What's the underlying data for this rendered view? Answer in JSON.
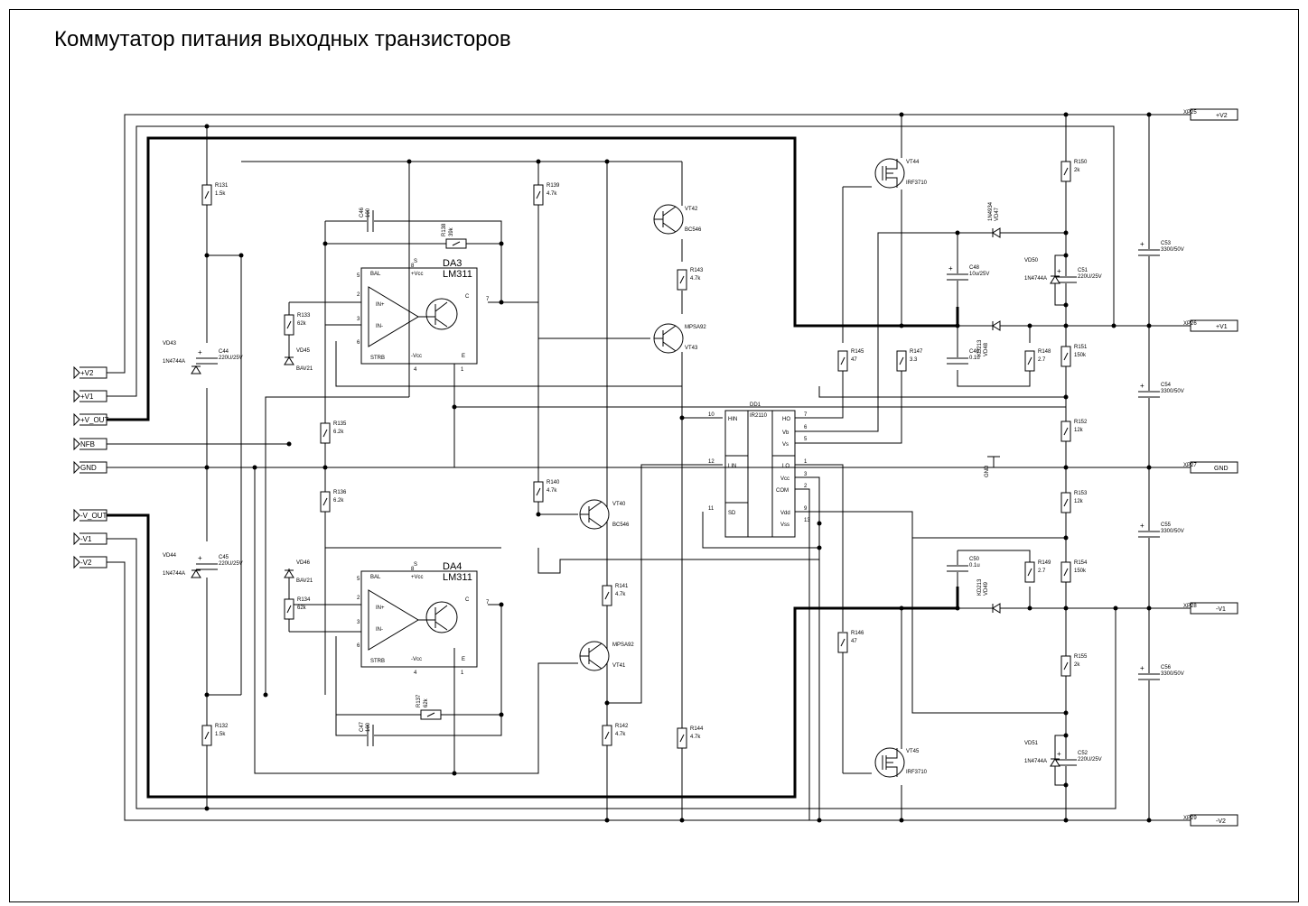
{
  "title": "Коммутатор питания выходных транзисторов",
  "left_ports": [
    "+V2",
    "+V1",
    "+V_OUT",
    "NFB",
    "GND",
    "-V_OUT",
    "-V1",
    "-V2"
  ],
  "right_ports": [
    {
      "ref": "XP25",
      "label": "+V2"
    },
    {
      "ref": "XP26",
      "label": "+V1"
    },
    {
      "ref": "XP27",
      "label": "GND"
    },
    {
      "ref": "XP28",
      "label": "-V1"
    },
    {
      "ref": "XP29",
      "label": "-V2"
    }
  ],
  "resistors": [
    {
      "ref": "R131",
      "value": "1.5k"
    },
    {
      "ref": "R132",
      "value": "1.5k"
    },
    {
      "ref": "R133",
      "value": "62k"
    },
    {
      "ref": "R134",
      "value": "62k"
    },
    {
      "ref": "R135",
      "value": "6.2k"
    },
    {
      "ref": "R136",
      "value": "6.2k"
    },
    {
      "ref": "R138",
      "value": "39k"
    },
    {
      "ref": "R137",
      "value": "62k"
    },
    {
      "ref": "R139",
      "value": "4.7k"
    },
    {
      "ref": "R140",
      "value": "4.7k"
    },
    {
      "ref": "R141",
      "value": "4.7k"
    },
    {
      "ref": "R142",
      "value": "4.7k"
    },
    {
      "ref": "R143",
      "value": "4.7k"
    },
    {
      "ref": "R144",
      "value": "4.7k"
    },
    {
      "ref": "R145",
      "value": "47"
    },
    {
      "ref": "R146",
      "value": "47"
    },
    {
      "ref": "R147",
      "value": "3.3"
    },
    {
      "ref": "R148",
      "value": "2.7"
    },
    {
      "ref": "R149",
      "value": "2.7"
    },
    {
      "ref": "R150",
      "value": "2k"
    },
    {
      "ref": "R151",
      "value": "150k"
    },
    {
      "ref": "R152",
      "value": "12k"
    },
    {
      "ref": "R153",
      "value": "12k"
    },
    {
      "ref": "R154",
      "value": "150k"
    },
    {
      "ref": "R155",
      "value": "2k"
    }
  ],
  "capacitors": [
    {
      "ref": "C44",
      "value": "220U/25V"
    },
    {
      "ref": "C45",
      "value": "220U/25V"
    },
    {
      "ref": "C46",
      "value": "100"
    },
    {
      "ref": "C47",
      "value": "100"
    },
    {
      "ref": "C48",
      "value": "10u/25V"
    },
    {
      "ref": "C49",
      "value": "0.1u"
    },
    {
      "ref": "C50",
      "value": "0.1u"
    },
    {
      "ref": "C51",
      "value": "220U/25V"
    },
    {
      "ref": "C52",
      "value": "220U/25V"
    },
    {
      "ref": "C53",
      "value": "3300/50V"
    },
    {
      "ref": "C54",
      "value": "3300/50V"
    },
    {
      "ref": "C55",
      "value": "3300/50V"
    },
    {
      "ref": "C56",
      "value": "3300/50V"
    }
  ],
  "diodes": [
    {
      "ref": "VD43",
      "value": "1N4744A"
    },
    {
      "ref": "VD44",
      "value": "1N4744A"
    },
    {
      "ref": "VD45",
      "value": "BAV21"
    },
    {
      "ref": "VD46",
      "value": "BAV21"
    },
    {
      "ref": "VD47",
      "value": "1N4934"
    },
    {
      "ref": "VD48",
      "value": "KD213"
    },
    {
      "ref": "VD49",
      "value": "KD213"
    },
    {
      "ref": "VD50",
      "value": "1N4744A"
    },
    {
      "ref": "VD51",
      "value": "1N4744A"
    }
  ],
  "transistors": [
    {
      "ref": "VT42",
      "value": "BC546"
    },
    {
      "ref": "VT43",
      "value": "MPSA92"
    },
    {
      "ref": "VT40",
      "value": "BC546"
    },
    {
      "ref": "VT41",
      "value": "MPSA92"
    },
    {
      "ref": "VT44",
      "value": "IRF3710"
    },
    {
      "ref": "VT45",
      "value": "IRF3710"
    }
  ],
  "comparators": [
    {
      "ref": "DA3",
      "value": "LM311"
    },
    {
      "ref": "DA4",
      "value": "LM311"
    }
  ],
  "driver": {
    "ref": "DD1",
    "value": "IR2110",
    "pins": [
      "HIN",
      "LIN",
      "SD",
      "HO",
      "Vb",
      "Vs",
      "LO",
      "Vcc",
      "COM",
      "Vdd",
      "Vss"
    ],
    "pin_numbers": [
      "10",
      "12",
      "11",
      "7",
      "6",
      "5",
      "1",
      "3",
      "2",
      "9",
      "13"
    ]
  },
  "lm311_pins": {
    "names": [
      "BAL",
      "IN+",
      "IN-",
      "STRB",
      "+Vcc",
      "-Vcc",
      "C",
      "E",
      "S"
    ],
    "numbers": [
      "5",
      "2",
      "3",
      "6",
      "8",
      "4",
      "7",
      "1"
    ]
  },
  "gnd_label": "GND"
}
